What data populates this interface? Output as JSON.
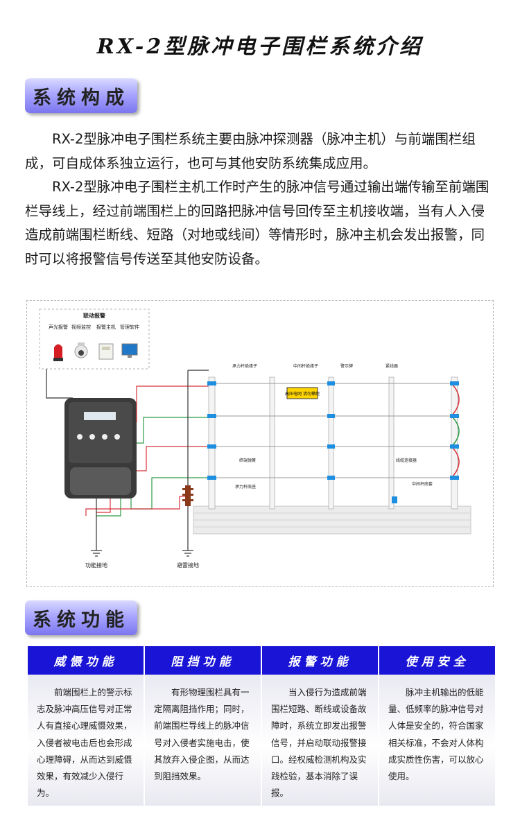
{
  "page": {
    "title": "RX-2型脉冲电子围栏系统介绍"
  },
  "section1": {
    "title": "系统构成",
    "paragraphs": [
      "RX-2型脉冲电子围栏系统主要由脉冲探测器（脉冲主机）与前端围栏组成，可自成体系独立运行，也可与其他安防系统集成应用。",
      "RX-2型脉冲电子围栏主机工作时产生的脉冲信号通过输出端传输至前端围栏导线上，经过前端围栏上的回路把脉冲信号回传至主机接收端，当有人入侵造成前端围栏断线、短路（对地或线间）等情形时，脉冲主机会发出报警，同时可以将报警信号传送至其他安防设备。"
    ]
  },
  "diagram": {
    "linkage_title": "联动报警",
    "devices": [
      "声光报警",
      "视频监控",
      "报警主机",
      "管理软件"
    ],
    "labels": {
      "strain_insulator": "承力杆绝缘子",
      "middle_insulator": "中间杆绝缘子",
      "warning_sign": "警示牌",
      "tensioner": "紧线器",
      "sign_text": "高压电网 请勿攀爬",
      "terminal_spring": "终端弹簧",
      "wire_connector": "线缆连接器",
      "strain_base": "承力杆底座",
      "middle_pole_base": "中间杆底套",
      "function_ground": "功能接地",
      "lightning_ground": "避雷接地"
    },
    "colors": {
      "wire_red": "#d8333a",
      "wire_green": "#2f9a46",
      "blue_clip": "#1e8fe0",
      "sign_yellow": "#ffd400"
    }
  },
  "section2": {
    "title": "系统功能",
    "features": [
      {
        "title": "威慑功能",
        "text": "前端围栏上的警示标志及脉冲高压信号对正常人有直接心理威慑效果，入侵者被电击后也会形成心理障碍，从而达到威慑效果，有效减少入侵行为。"
      },
      {
        "title": "阻挡功能",
        "text": "有形物理围栏具有一定隔离阻挡作用；同时，前端围栏导线上的脉冲信号对入侵者实施电击，使其放弃入侵企图，从而达到阻挡效果。"
      },
      {
        "title": "报警功能",
        "text": "当入侵行为造成前端围栏短路、断线或设备故障时，系统立即发出报警信号，并启动联动报警接口。经权威检测机构及实践检验，基本消除了误报。"
      },
      {
        "title": "使用安全",
        "text": "脉冲主机输出的低能量、低频率的脉冲信号对人体是安全的，符合国家相关标准，不会对人体构成实质性伤害，可以放心使用。"
      }
    ]
  }
}
